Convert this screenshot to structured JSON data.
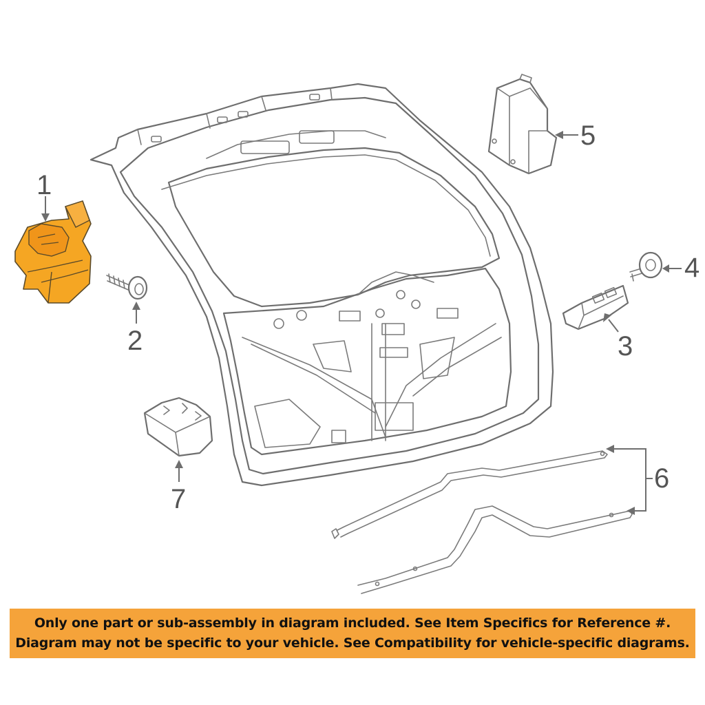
{
  "callouts": [
    {
      "id": "1",
      "label": "1"
    },
    {
      "id": "2",
      "label": "2"
    },
    {
      "id": "3",
      "label": "3"
    },
    {
      "id": "4",
      "label": "4"
    },
    {
      "id": "5",
      "label": "5"
    },
    {
      "id": "6",
      "label": "6"
    },
    {
      "id": "7",
      "label": "7"
    }
  ],
  "colors": {
    "highlight_part": "#f5a623",
    "banner_background": "#f5a33a",
    "line_art": "#6e6e6e"
  },
  "banner": {
    "line1": "Only one part or sub-assembly in diagram included. See Item Specifics for Reference #.",
    "line2": "Diagram may not be specific to your vehicle. See Compatibility for vehicle-specific diagrams."
  }
}
